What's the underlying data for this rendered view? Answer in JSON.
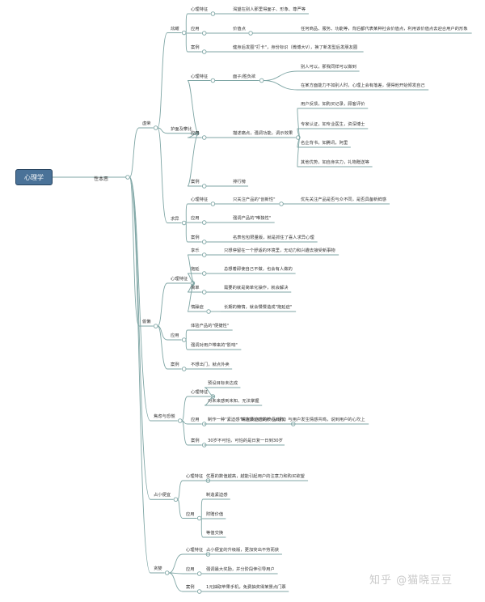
{
  "root": "心理学",
  "topic": "性本恶",
  "watermark": "知乎 @猫晓豆豆",
  "line_color": "#7fa6a5",
  "branches": [
    {
      "label": "虚荣",
      "children": [
        {
          "label": "炫耀",
          "children": [
            {
              "label": "心理特征",
              "children": [
                {
                  "label": "渴望在别人那里得面子、形象、尊严等",
                  "children": []
                }
              ]
            },
            {
              "label": "应用",
              "children": [
                {
                  "label": "价值点",
                  "children": [
                    {
                      "label": "任何商品、服务、功能等，背后都代表某种社会价值点，利用该价值点去迎合用户的形象",
                      "children": []
                    }
                  ]
                }
              ]
            },
            {
              "label": "案例",
              "children": [
                {
                  "label": "健身后发圈\"打卡\"，身份标识（微博大V），换了新发型后发朋友圈",
                  "children": []
                }
              ]
            }
          ]
        },
        {
          "label": "护面及攀比",
          "children": [
            {
              "label": "心理特征",
              "children": [
                {
                  "label": "面子/胜负欲",
                  "children": [
                    {
                      "label": "别人可以，那我同样可以做到",
                      "children": []
                    },
                    {
                      "label": "在某方面能力不如别人时，心理上会有落差，便得他开始倾发自己",
                      "children": []
                    }
                  ]
                }
              ]
            },
            {
              "label": "应用",
              "children": [
                {
                  "label": "描述痛点，强调功能，调示效果",
                  "children": [
                    {
                      "label": "用户反馈，如购买记录，顾客评价",
                      "children": []
                    },
                    {
                      "label": "专家认证，如专业医生，资深博士",
                      "children": []
                    },
                    {
                      "label": "名企背书，如腾讯，阿里",
                      "children": []
                    },
                    {
                      "label": "其他优势，如自身实力，礼物赠送等",
                      "children": []
                    }
                  ]
                }
              ]
            },
            {
              "label": "案例",
              "children": [
                {
                  "label": "排行榜",
                  "children": []
                }
              ]
            }
          ]
        },
        {
          "label": "求异",
          "children": [
            {
              "label": "心理特征",
              "children": [
                {
                  "label": "只关注产品的\"创新性\"",
                  "children": [
                    {
                      "label": "优先关注产品是否与众不同，是否具备新鲜感",
                      "children": []
                    }
                  ]
                }
              ]
            },
            {
              "label": "应用",
              "children": [
                {
                  "label": "强调产品的\"唯独性\"",
                  "children": []
                }
              ]
            },
            {
              "label": "案例",
              "children": [
                {
                  "label": "名表包包限量版，就是抓住了喜人求异心理",
                  "children": []
                }
              ]
            }
          ]
        }
      ]
    },
    {
      "label": "偷懒",
      "children": [
        {
          "label": "心理特征",
          "children": [
            {
              "label": "享乐",
              "children": [
                {
                  "label": "只想停留在一个舒适的环境里，无动力和兴趣去接受新事物",
                  "children": []
                }
              ]
            },
            {
              "label": "拖延",
              "children": [
                {
                  "label": "总想着即使自己不做，也会有人做的",
                  "children": []
                }
              ]
            },
            {
              "label": "简单",
              "children": [
                {
                  "label": "需要的就是简单化操作，就会解决",
                  "children": []
                }
              ]
            },
            {
              "label": "惰躁症",
              "children": [
                {
                  "label": "长期的懒惰，就会慢慢造成\"拖延症\"",
                  "children": []
                }
              ]
            }
          ]
        },
        {
          "label": "应用",
          "children": [
            {
              "label": "体验产品的\"便捷性\"",
              "children": []
            },
            {
              "label": "强调对用户带来的\"影响\"",
              "children": []
            }
          ]
        },
        {
          "label": "案例",
          "children": [
            {
              "label": "不想出门，就点外卖",
              "children": []
            }
          ]
        }
      ]
    },
    {
      "label": "焦虑与恐慌",
      "children": [
        {
          "label": "心理特征",
          "children": [
            {
              "label": "预设目标未达成",
              "children": []
            },
            {
              "label": "对未来感到未知、无法掌握",
              "children": []
            }
          ]
        },
        {
          "label": "应用",
          "children": [
            {
              "label": "制作一种\"紧迫感\"来宣传自己的产品/活动",
              "children": [
                {
                  "label": "制造紧迫感的核心目的：与用户发生情感共鸣，说到用户的心坎上",
                  "children": []
                }
              ]
            }
          ]
        },
        {
          "label": "案例",
          "children": [
            {
              "label": "30岁不可怕，可怕的是日复一日到30岁",
              "children": []
            }
          ]
        }
      ]
    },
    {
      "label": "占小便宜",
      "children": [
        {
          "label": "心理特征",
          "children": [
            {
              "label": "优惠的数值越高，越能引起用户的注意力和购买欲望",
              "children": []
            }
          ]
        },
        {
          "label": "应用",
          "children": [
            {
              "label": "制造紧迫感",
              "children": []
            },
            {
              "label": "附赠价值",
              "children": []
            },
            {
              "label": "等值交换",
              "children": []
            }
          ]
        }
      ]
    },
    {
      "label": "贪婪",
      "children": [
        {
          "label": "心理特征",
          "children": [
            {
              "label": "占小便宜的升级版，更加突出不劳而获",
              "children": []
            }
          ]
        },
        {
          "label": "应用",
          "children": [
            {
              "label": "强调最大奖励，并分阶段伸引导用户",
              "children": []
            }
          ]
        },
        {
          "label": "案例",
          "children": [
            {
              "label": "1元抽取苹果手机，免费抽奖得某景点门票",
              "children": []
            }
          ]
        }
      ]
    }
  ]
}
